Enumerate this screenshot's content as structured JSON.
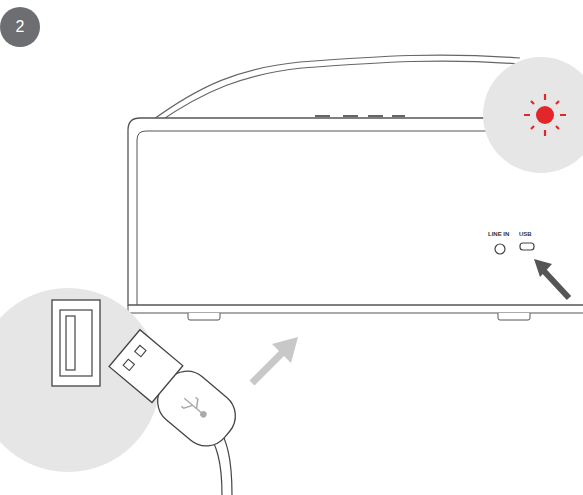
{
  "diagram": {
    "nodes": [
      {
        "text": [
          "2"
        ]
      }
    ],
    "labels": [
      "LINE IN",
      "USB"
    ]
  }
}
